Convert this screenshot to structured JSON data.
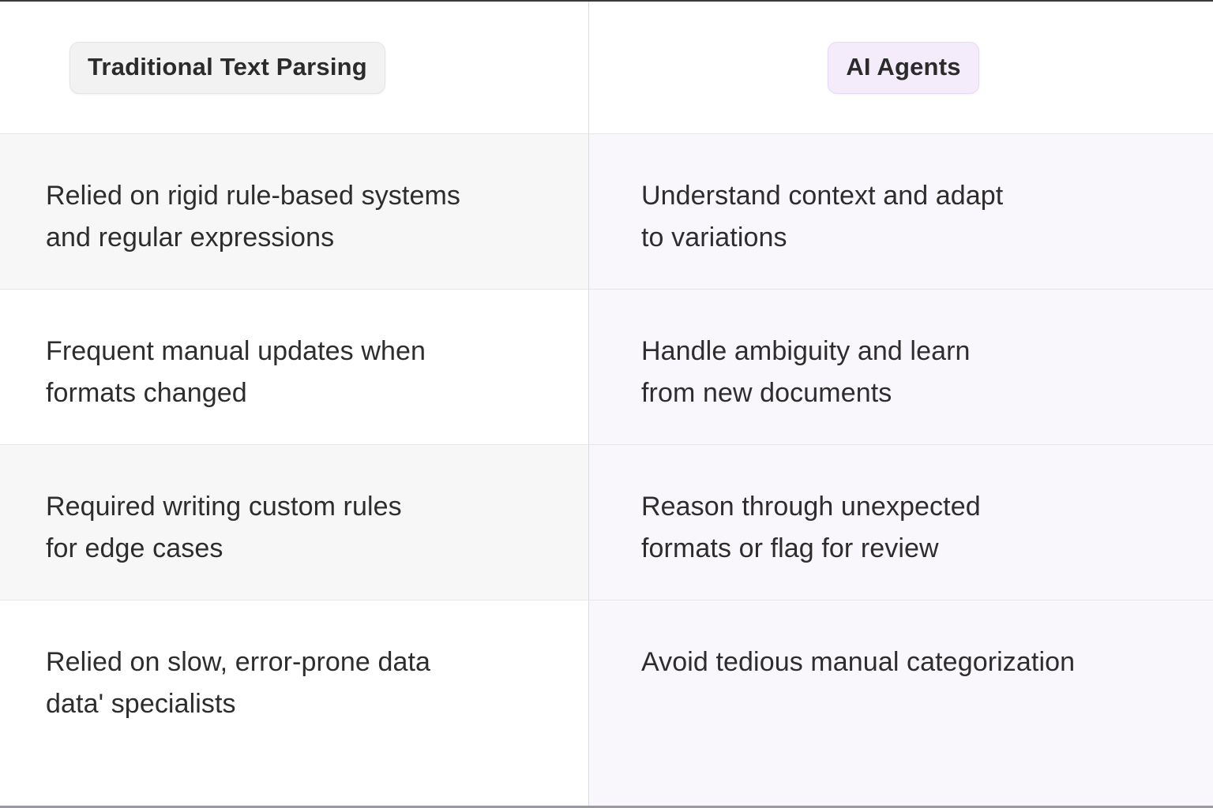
{
  "table": {
    "columns": [
      {
        "id": "traditional",
        "label": "Traditional Text Parsing",
        "badge_bg": "#f2f2f2",
        "badge_border": "#e4e4e6"
      },
      {
        "id": "ai_agents",
        "label": "AI Agents",
        "badge_bg": "#f4ecfa",
        "badge_border": "#e7d9f4"
      }
    ],
    "rows": [
      {
        "left": "Relied on rigid rule-based systems\nand regular expressions",
        "right": "Understand context and adapt\nto variations"
      },
      {
        "left": "Frequent manual updates when\nformats changed",
        "right": "Handle ambiguity and learn\nfrom new documents"
      },
      {
        "left": "Required writing custom rules\nfor edge cases",
        "right": "Reason through unexpected\nformats or flag for review"
      },
      {
        "left": "Relied on slow, error-prone data\ndata' specialists",
        "right": "Avoid tedious manual categorization"
      }
    ]
  },
  "colors": {
    "left_column_shaded": "#f7f7f7",
    "left_column_plain": "#ffffff",
    "right_column": "#faf7fc",
    "text": "#2d2d2d",
    "row_divider": "#e6e6e8",
    "column_divider": "#dcdce0",
    "top_border": "#3a3a3a",
    "bottom_border": "#9a9aa2"
  }
}
